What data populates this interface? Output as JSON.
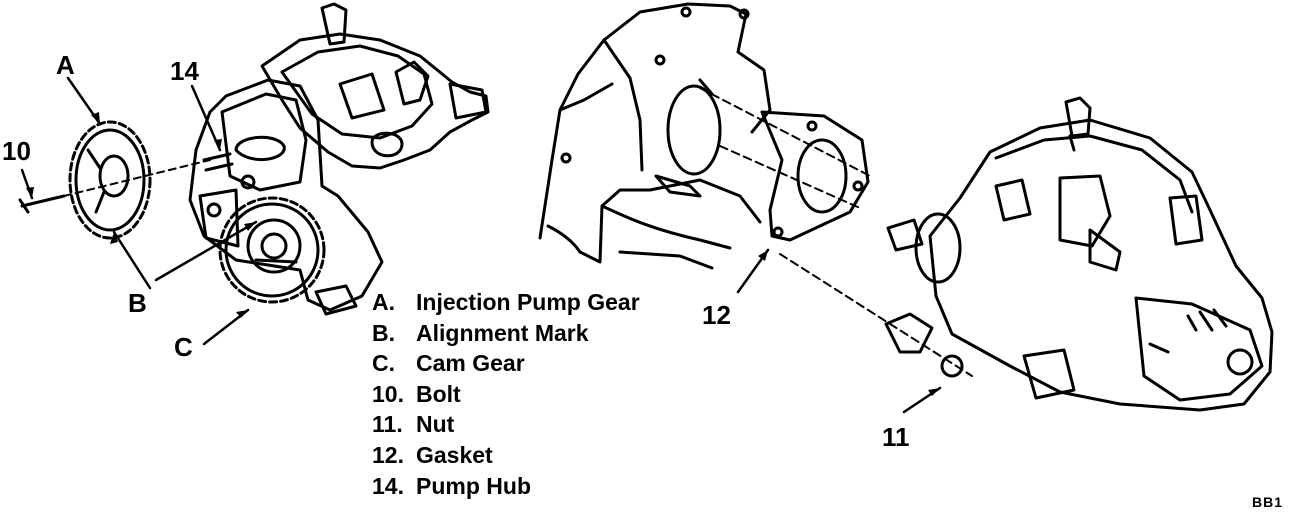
{
  "callouts": {
    "A": "A",
    "B": "B",
    "C": "C",
    "ten": "10",
    "eleven": "11",
    "twelve": "12",
    "fourteen": "14"
  },
  "legend": [
    {
      "key": "A.",
      "label": "Injection Pump Gear"
    },
    {
      "key": "B.",
      "label": "Alignment Mark"
    },
    {
      "key": "C.",
      "label": "Cam Gear"
    },
    {
      "key": "10.",
      "label": "Bolt"
    },
    {
      "key": "11.",
      "label": "Nut"
    },
    {
      "key": "12.",
      "label": "Gasket"
    },
    {
      "key": "14.",
      "label": "Pump Hub"
    }
  ],
  "corner_code": "BB1"
}
